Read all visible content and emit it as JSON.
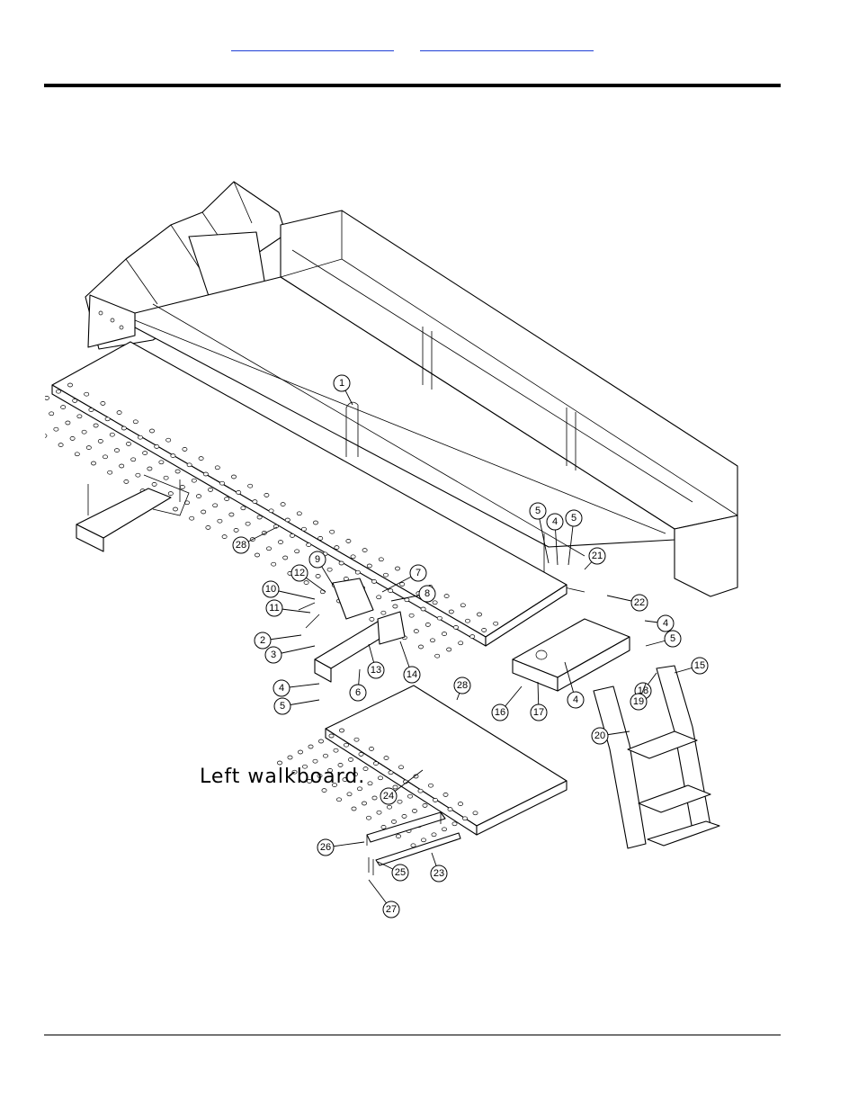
{
  "header": {
    "links": [
      {
        "text": ""
      },
      {
        "text": ""
      }
    ]
  },
  "diagram": {
    "caption": "Left walkboard.",
    "callouts": [
      {
        "label": "1"
      },
      {
        "label": "2"
      },
      {
        "label": "3"
      },
      {
        "label": "4"
      },
      {
        "label": "5"
      },
      {
        "label": "6"
      },
      {
        "label": "7"
      },
      {
        "label": "8"
      },
      {
        "label": "9"
      },
      {
        "label": "10"
      },
      {
        "label": "11"
      },
      {
        "label": "12"
      },
      {
        "label": "13"
      },
      {
        "label": "14"
      },
      {
        "label": "4"
      },
      {
        "label": "5"
      },
      {
        "label": "5"
      },
      {
        "label": "4"
      },
      {
        "label": "21"
      },
      {
        "label": "22"
      },
      {
        "label": "4"
      },
      {
        "label": "5"
      },
      {
        "label": "15"
      },
      {
        "label": "16"
      },
      {
        "label": "17"
      },
      {
        "label": "18"
      },
      {
        "label": "19"
      },
      {
        "label": "20"
      },
      {
        "label": "28"
      },
      {
        "label": "28"
      },
      {
        "label": "24"
      },
      {
        "label": "26"
      },
      {
        "label": "25"
      },
      {
        "label": "23"
      },
      {
        "label": "27"
      }
    ]
  }
}
